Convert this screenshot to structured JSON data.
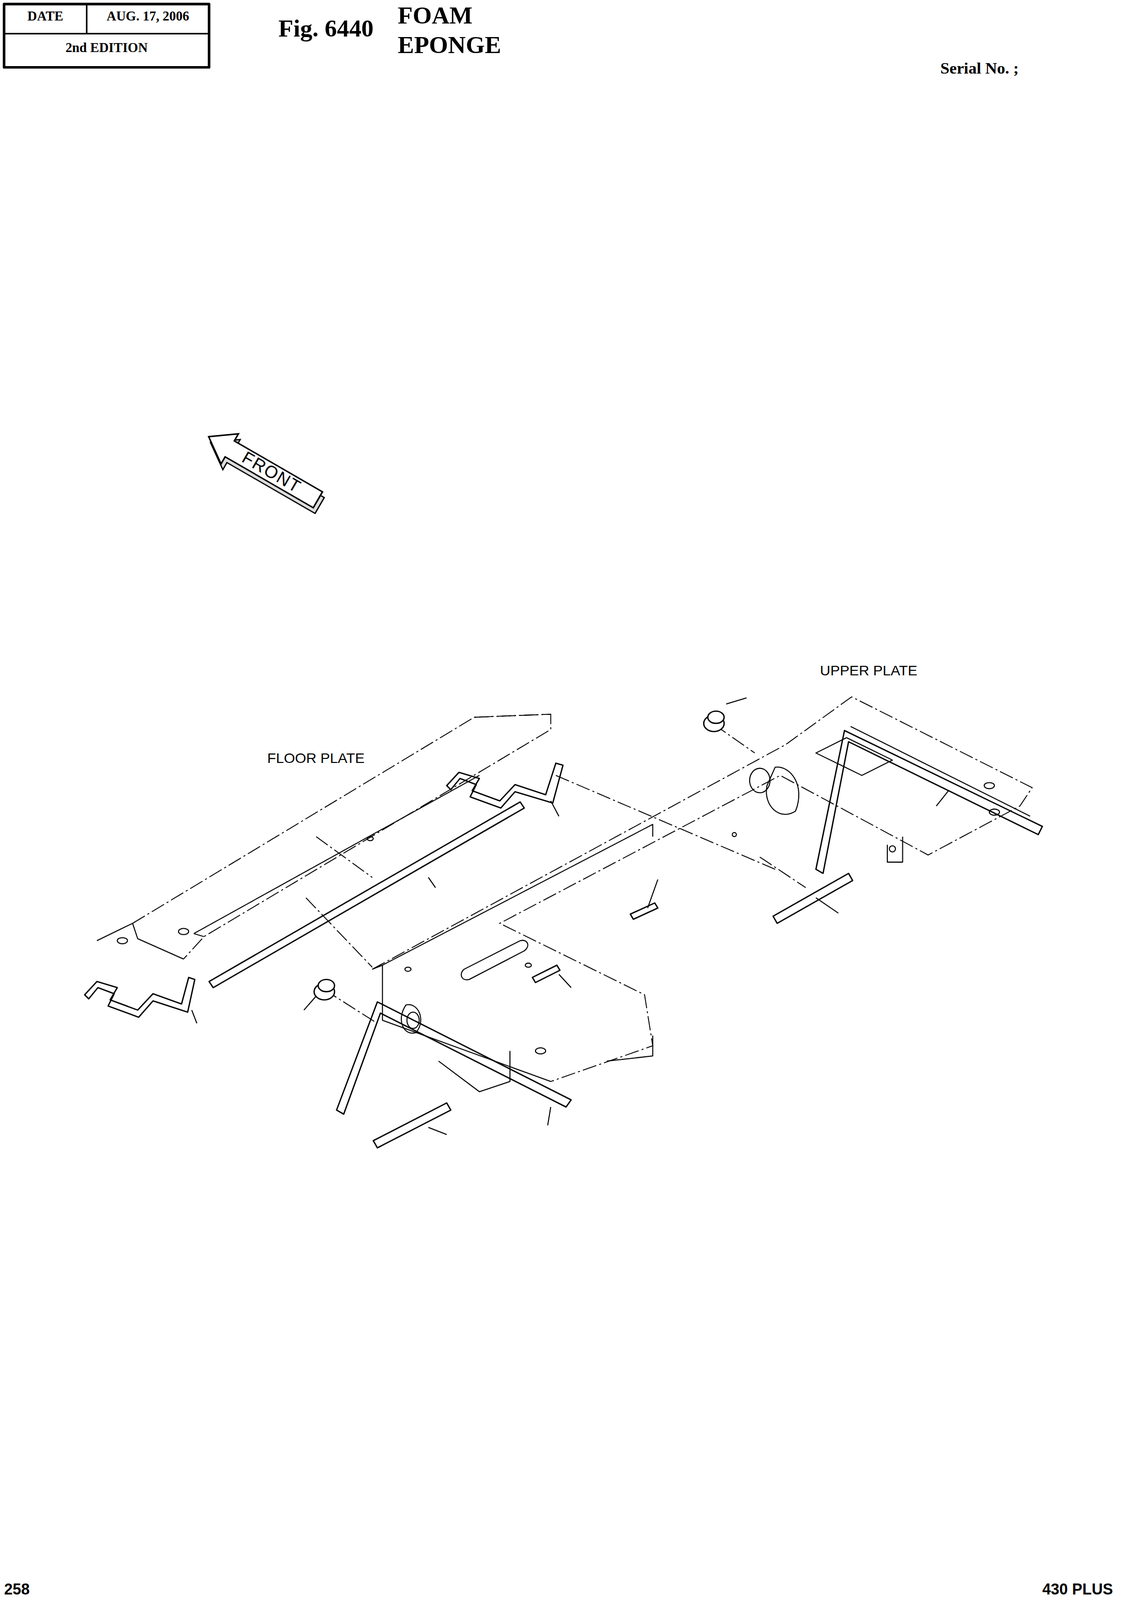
{
  "diagram": {
    "title": "FOAM EPONGE",
    "nodes": [
      {
        "text": [
          "FRONT"
        ]
      }
    ],
    "labels": [
      "DATE",
      "AUG. 17, 2006",
      "2nd EDITION",
      "Fig. 6440",
      "Serial No. ;",
      "UPPER PLATE",
      "FLOOR PLATE",
      "258",
      "430 PLUS"
    ]
  }
}
